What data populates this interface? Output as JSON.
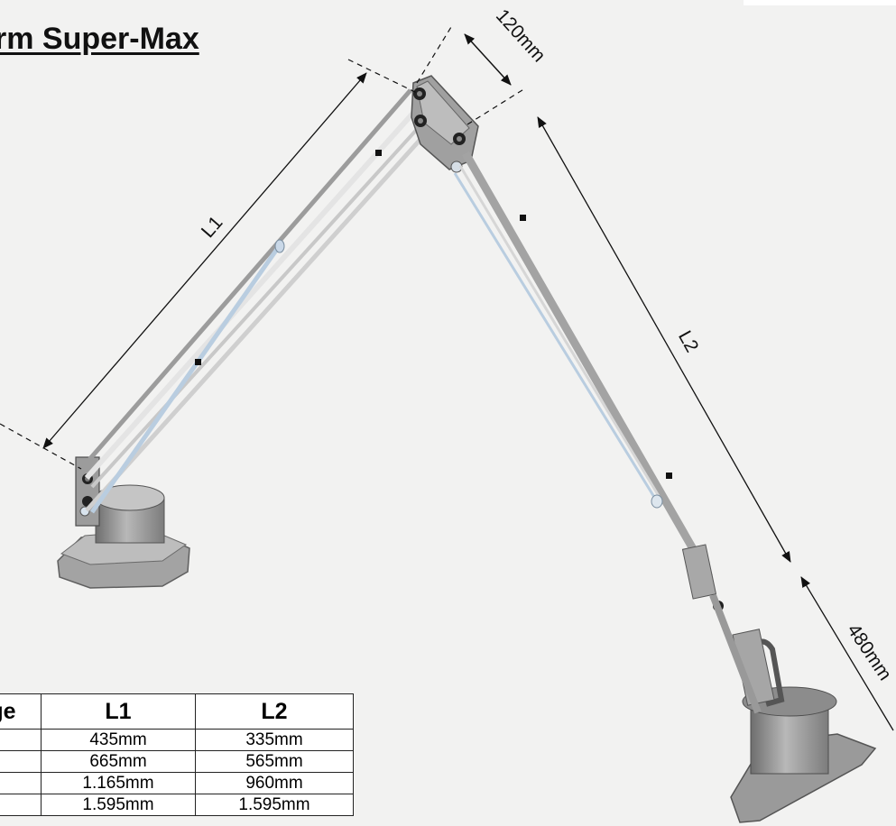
{
  "title": "rm Super-Max",
  "dimensions": {
    "link_offset": "120mm",
    "l1": "L1",
    "l2": "L2",
    "end_offset": "480mm"
  },
  "table": {
    "headers": [
      "ge",
      "L1",
      "L2"
    ],
    "rows": [
      [
        "",
        "435mm",
        "335mm"
      ],
      [
        "",
        "665mm",
        "565mm"
      ],
      [
        "",
        "1.165mm",
        "960mm"
      ],
      [
        "",
        "1.595mm",
        "1.595mm"
      ]
    ]
  },
  "colors": {
    "arm_metal": "#a9a9a9",
    "arm_rod": "#e4e4e4",
    "arm_rod_blue": "#b9cde0",
    "base": "#8d8d8d",
    "line": "#111111",
    "background": "#f2f2f1"
  }
}
